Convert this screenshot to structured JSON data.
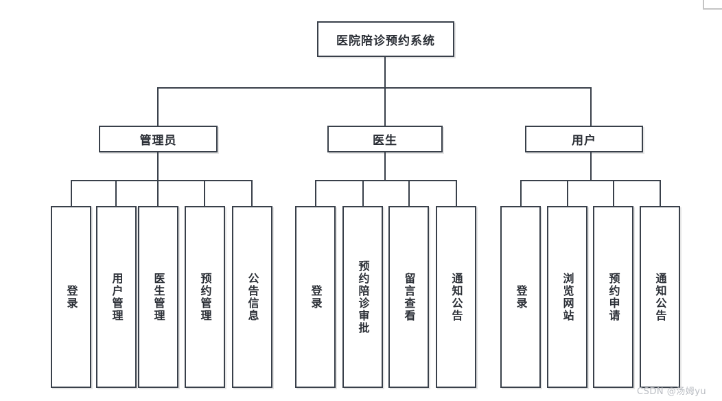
{
  "diagram": {
    "type": "org-chart",
    "root": {
      "label": "医院陪诊预约系统"
    },
    "branches": [
      {
        "label": "管理员",
        "leaves": [
          {
            "label": "登录"
          },
          {
            "label": "用户管理"
          },
          {
            "label": "医生管理"
          },
          {
            "label": "预约管理"
          },
          {
            "label": "公告信息"
          }
        ]
      },
      {
        "label": "医生",
        "leaves": [
          {
            "label": "登录"
          },
          {
            "label": "预约陪诊审批"
          },
          {
            "label": "留言查看"
          },
          {
            "label": "通知公告"
          }
        ]
      },
      {
        "label": "用户",
        "leaves": [
          {
            "label": "登录"
          },
          {
            "label": "浏览网站"
          },
          {
            "label": "预约申请"
          },
          {
            "label": "通知公告"
          }
        ]
      }
    ]
  },
  "watermark": {
    "text": "CSDN @汤姆yu"
  },
  "colors": {
    "border": "#39404a",
    "text": "#2b2f36",
    "background": "#ffffff",
    "watermark": "#b9bcc2",
    "crop_mark": "#c4c4c4"
  }
}
